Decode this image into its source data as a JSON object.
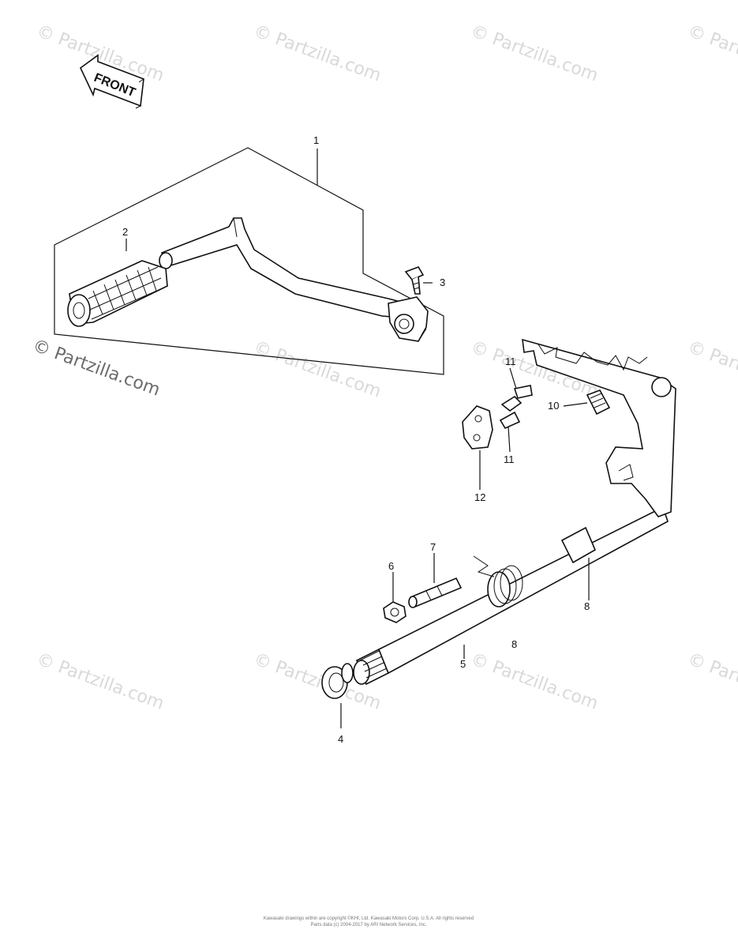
{
  "watermark_text": "© Partzilla.com",
  "watermark_text_large": "© Partzilla.com",
  "front_label": "FRONT",
  "callouts": [
    {
      "id": "c1",
      "label": "1"
    },
    {
      "id": "c2",
      "label": "2"
    },
    {
      "id": "c3",
      "label": "3"
    },
    {
      "id": "c4",
      "label": "4"
    },
    {
      "id": "c5",
      "label": "5"
    },
    {
      "id": "c6",
      "label": "6"
    },
    {
      "id": "c7",
      "label": "7"
    },
    {
      "id": "c8",
      "label": "8"
    },
    {
      "id": "c9",
      "label": "8"
    },
    {
      "id": "c10",
      "label": "10"
    },
    {
      "id": "c11a",
      "label": "11"
    },
    {
      "id": "c11b",
      "label": "11"
    },
    {
      "id": "c12",
      "label": "12"
    }
  ],
  "footer": {
    "line1": "Kawasaki drawings within are copyright ©KHI, Ltd. Kawasaki Motors Corp. U.S.A. All rights reserved",
    "line2": "Parts data (c) 2004-2017 by ARI Network Services, Inc."
  }
}
